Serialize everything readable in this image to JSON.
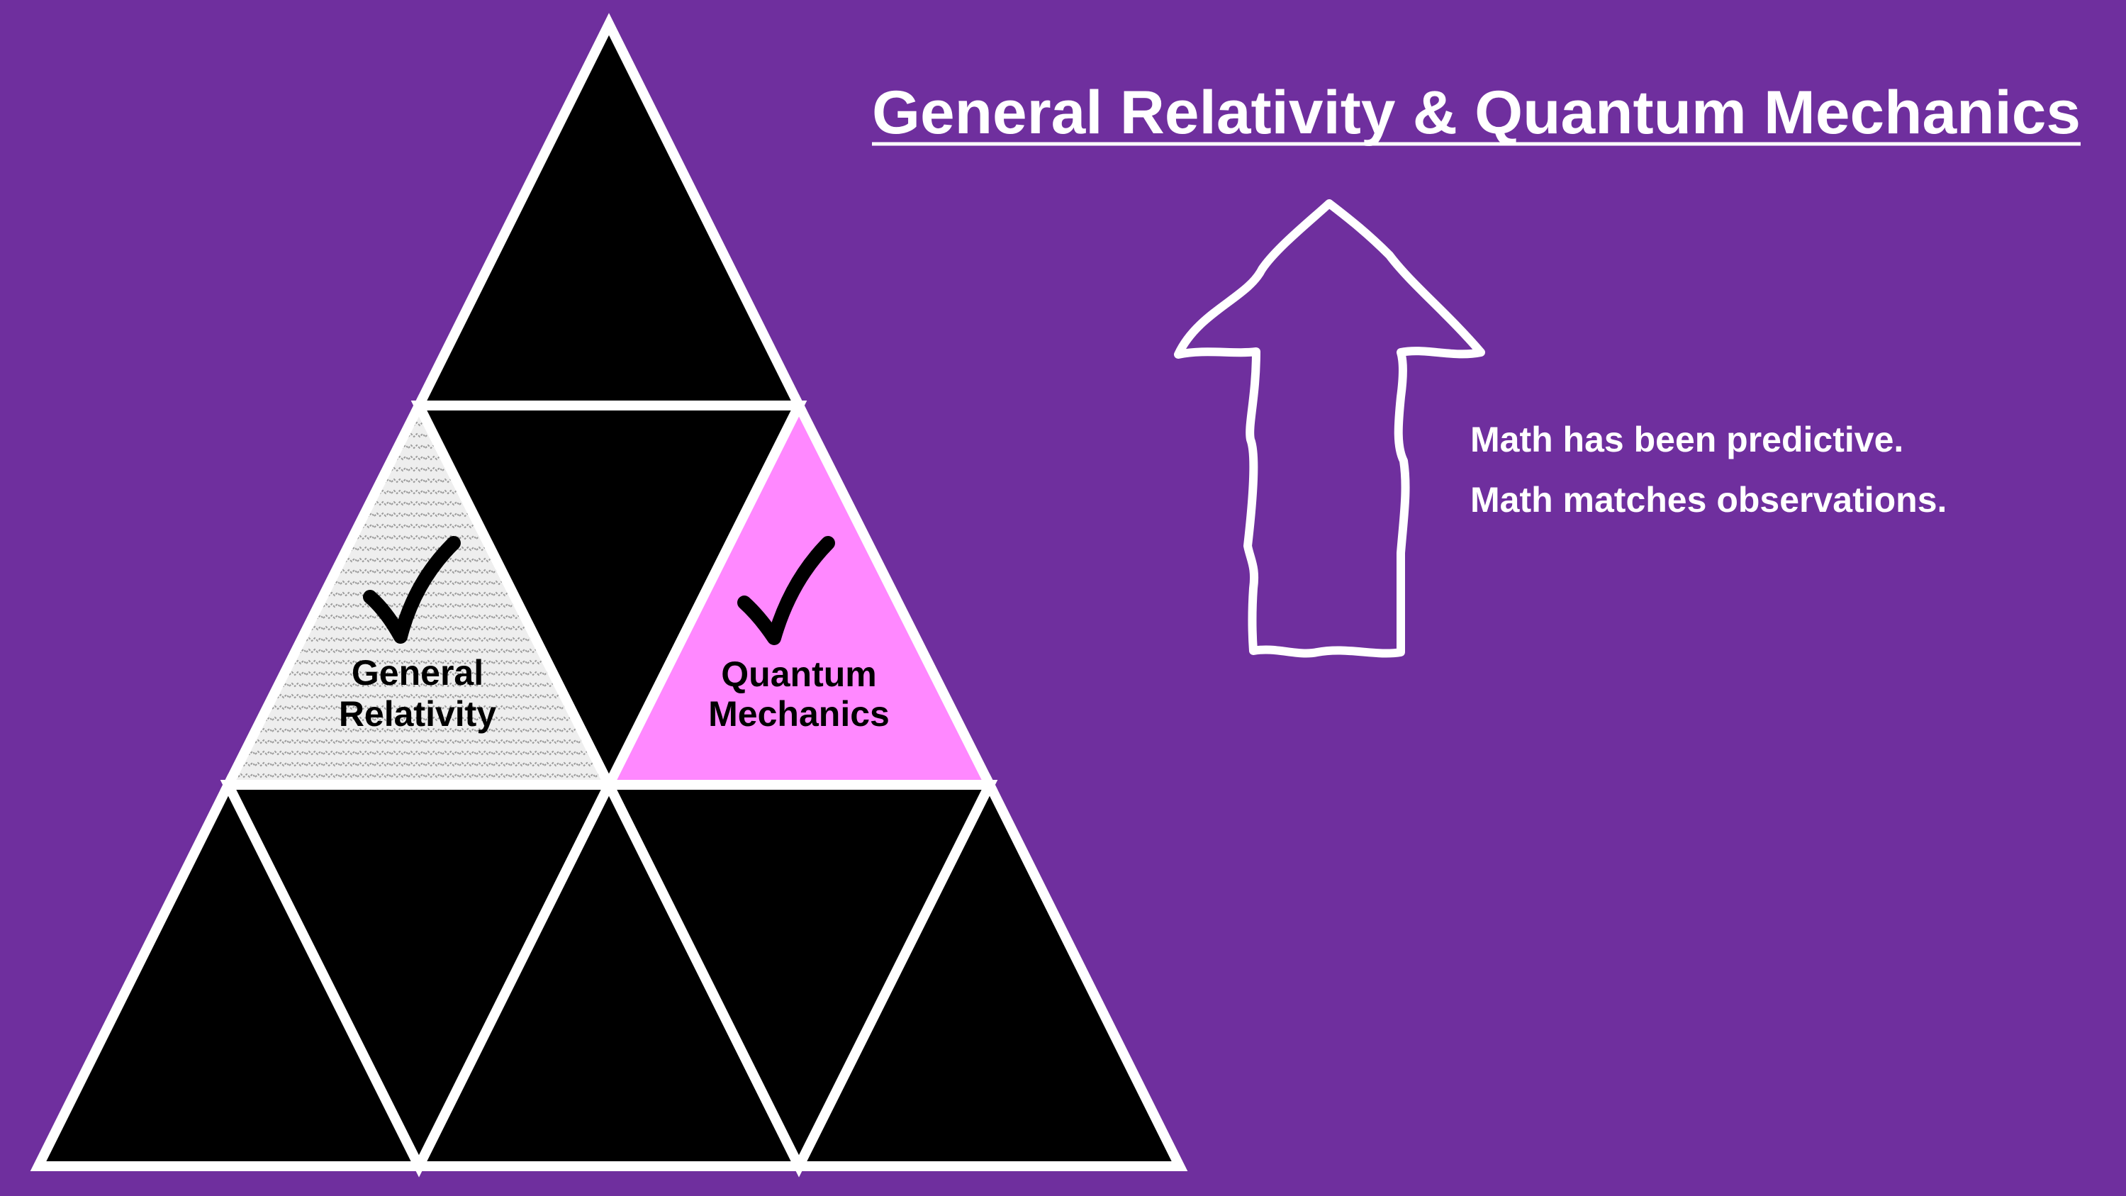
{
  "title": "General Relativity & Quantum Mechanics",
  "colors": {
    "background": "#6f2f9e",
    "triangle_fill": "#000000",
    "outline": "#ffffff",
    "general_relativity_fill": "#eeeeee",
    "quantum_mechanics_fill": "#ff88ff"
  },
  "pyramid": {
    "general_relativity": {
      "line1": "General",
      "line2": "Relativity",
      "checked": true
    },
    "quantum_mechanics": {
      "line1": "Quantum",
      "line2": "Mechanics",
      "checked": true
    }
  },
  "notes": [
    "Math has been predictive.",
    "Math matches observations."
  ],
  "arrow": {
    "icon": "up-arrow-icon"
  }
}
